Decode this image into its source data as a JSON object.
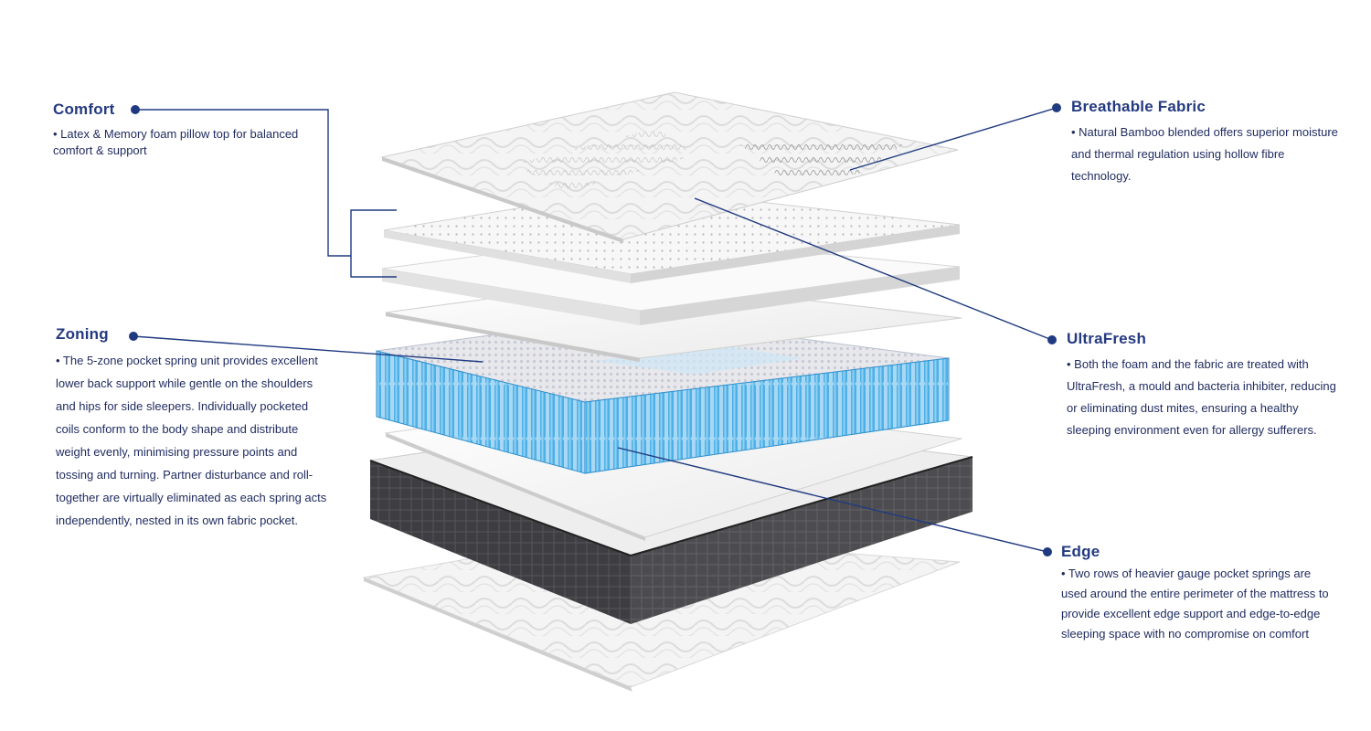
{
  "colors": {
    "accent": "#1f3a80",
    "text": "#1e2a5e",
    "spring_blue": "#3a9fd8",
    "base_charcoal": "#3a3a3f"
  },
  "callouts": {
    "comfort": {
      "title": "Comfort",
      "body": "• Latex & Memory foam pillow top for balanced comfort & support"
    },
    "zoning": {
      "title": "Zoning",
      "body": "• The 5-zone pocket spring unit provides excellent lower back support while gentle on the shoulders and hips for side sleepers. Individually pocketed coils conform to the body shape and distribute weight evenly, minimising pressure points and tossing and turning. Partner disturbance and roll-together are virtually eliminated as each spring acts independently, nested in its own fabric pocket."
    },
    "breathable": {
      "title": "Breathable Fabric",
      "body": "• Natural Bamboo blended offers superior moisture and thermal regulation using hollow fibre technology."
    },
    "ultrafresh": {
      "title": "UltraFresh",
      "body": "• Both the foam and the fabric are treated with UltraFresh, a mould and bacteria inhibiter, reducing or eliminating dust mites, ensuring a healthy sleeping environment even for allergy sufferers."
    },
    "edge": {
      "title": "Edge",
      "body": "• Two rows of heavier gauge pocket springs are used around the entire perimeter of the mattress to provide excellent edge support and edge-to-edge sleeping space with no compromise on comfort"
    }
  }
}
